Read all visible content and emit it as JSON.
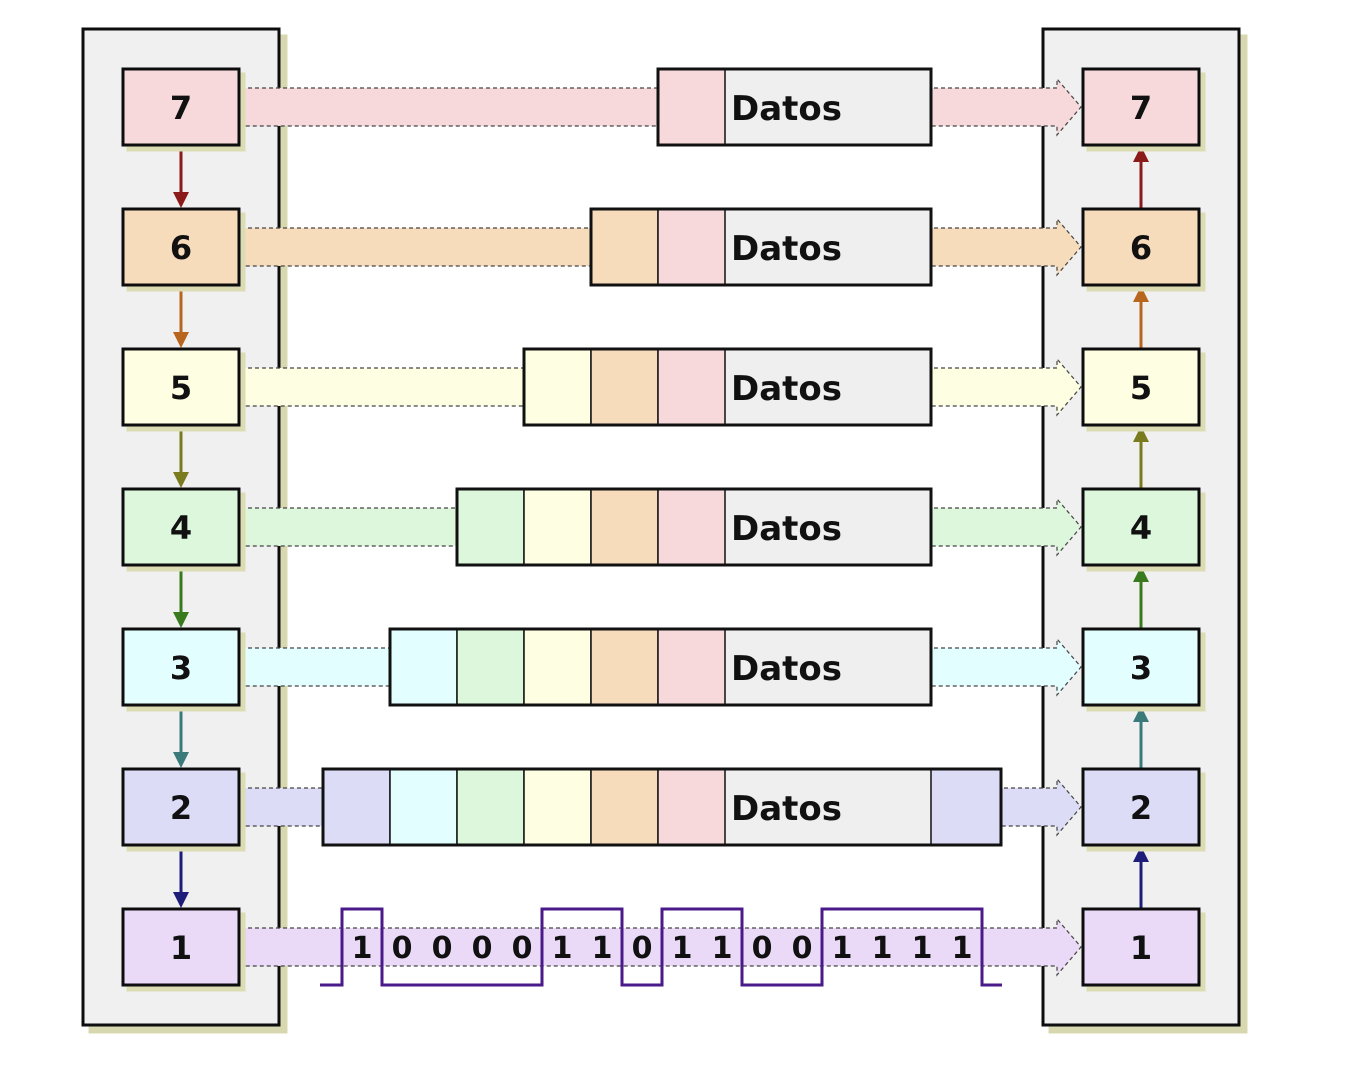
{
  "title": "",
  "data_label": "Datos",
  "layers": [
    {
      "number": "7",
      "color": "#f7d9dc",
      "arrow_color": "#8b1a1a"
    },
    {
      "number": "6",
      "color": "#f7dcbc",
      "arrow_color": "#b8651e"
    },
    {
      "number": "5",
      "color": "#fefee2",
      "arrow_color": "#7a7a1e"
    },
    {
      "number": "4",
      "color": "#dcf7dc",
      "arrow_color": "#3a7a1e"
    },
    {
      "number": "3",
      "color": "#e2fefe",
      "arrow_color": "#3a7a7a"
    },
    {
      "number": "2",
      "color": "#dcdcf7",
      "arrow_color": "#1e1e7a"
    },
    {
      "number": "1",
      "color": "#ead9f7",
      "arrow_color": "#1e1e7a"
    }
  ],
  "data_color": "#efefef",
  "panel_color": "#f0f0f0",
  "signal_color": "#4a1a8a",
  "bits": [
    "1",
    "0",
    "0",
    "0",
    "0",
    "1",
    "1",
    "0",
    "1",
    "1",
    "0",
    "0",
    "1",
    "1",
    "1",
    "1"
  ]
}
